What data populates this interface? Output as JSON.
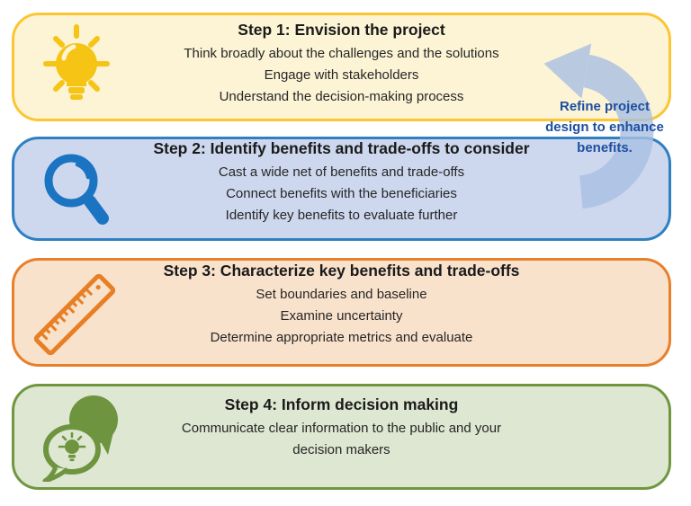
{
  "steps": [
    {
      "title": "Step 1: Envision the project",
      "lines": [
        "Think broadly about the challenges and the solutions",
        "Engage with stakeholders",
        "Understand the decision-making process"
      ],
      "icon": "lightbulb-icon",
      "colors": {
        "bg": "#FDF4D6",
        "border": "#FBC633",
        "icon": "#F5C414"
      }
    },
    {
      "title": "Step 2: Identify benefits and trade-offs to consider",
      "lines": [
        "Cast a wide net of benefits and trade-offs",
        "Connect benefits with the beneficiaries",
        "Identify key benefits to evaluate further"
      ],
      "icon": "magnifier-icon",
      "colors": {
        "bg": "#CDD8EE",
        "border": "#2E80C3",
        "icon": "#1B74C2"
      }
    },
    {
      "title": "Step 3: Characterize key benefits and trade-offs",
      "lines": [
        "Set boundaries and baseline",
        "Examine uncertainty",
        "Determine appropriate metrics and evaluate"
      ],
      "icon": "ruler-icon",
      "colors": {
        "bg": "#F9E2CC",
        "border": "#E8802B",
        "icon": "#E87F25"
      }
    },
    {
      "title": "Step 4: Inform decision making",
      "lines": [
        "Communicate clear information to the public and your",
        "decision makers"
      ],
      "icon": "speech-bubbles-lightbulb-icon",
      "colors": {
        "bg": "#DEE7D2",
        "border": "#6F9740",
        "icon": "#6E9440"
      }
    }
  ],
  "loop": {
    "text": "Refine project design to enhance benefits.",
    "lines": [
      "Refine project",
      "design to enhance",
      "benefits."
    ],
    "text_color": "#1D4FA0",
    "arrow_color": "#A9BFE2"
  }
}
